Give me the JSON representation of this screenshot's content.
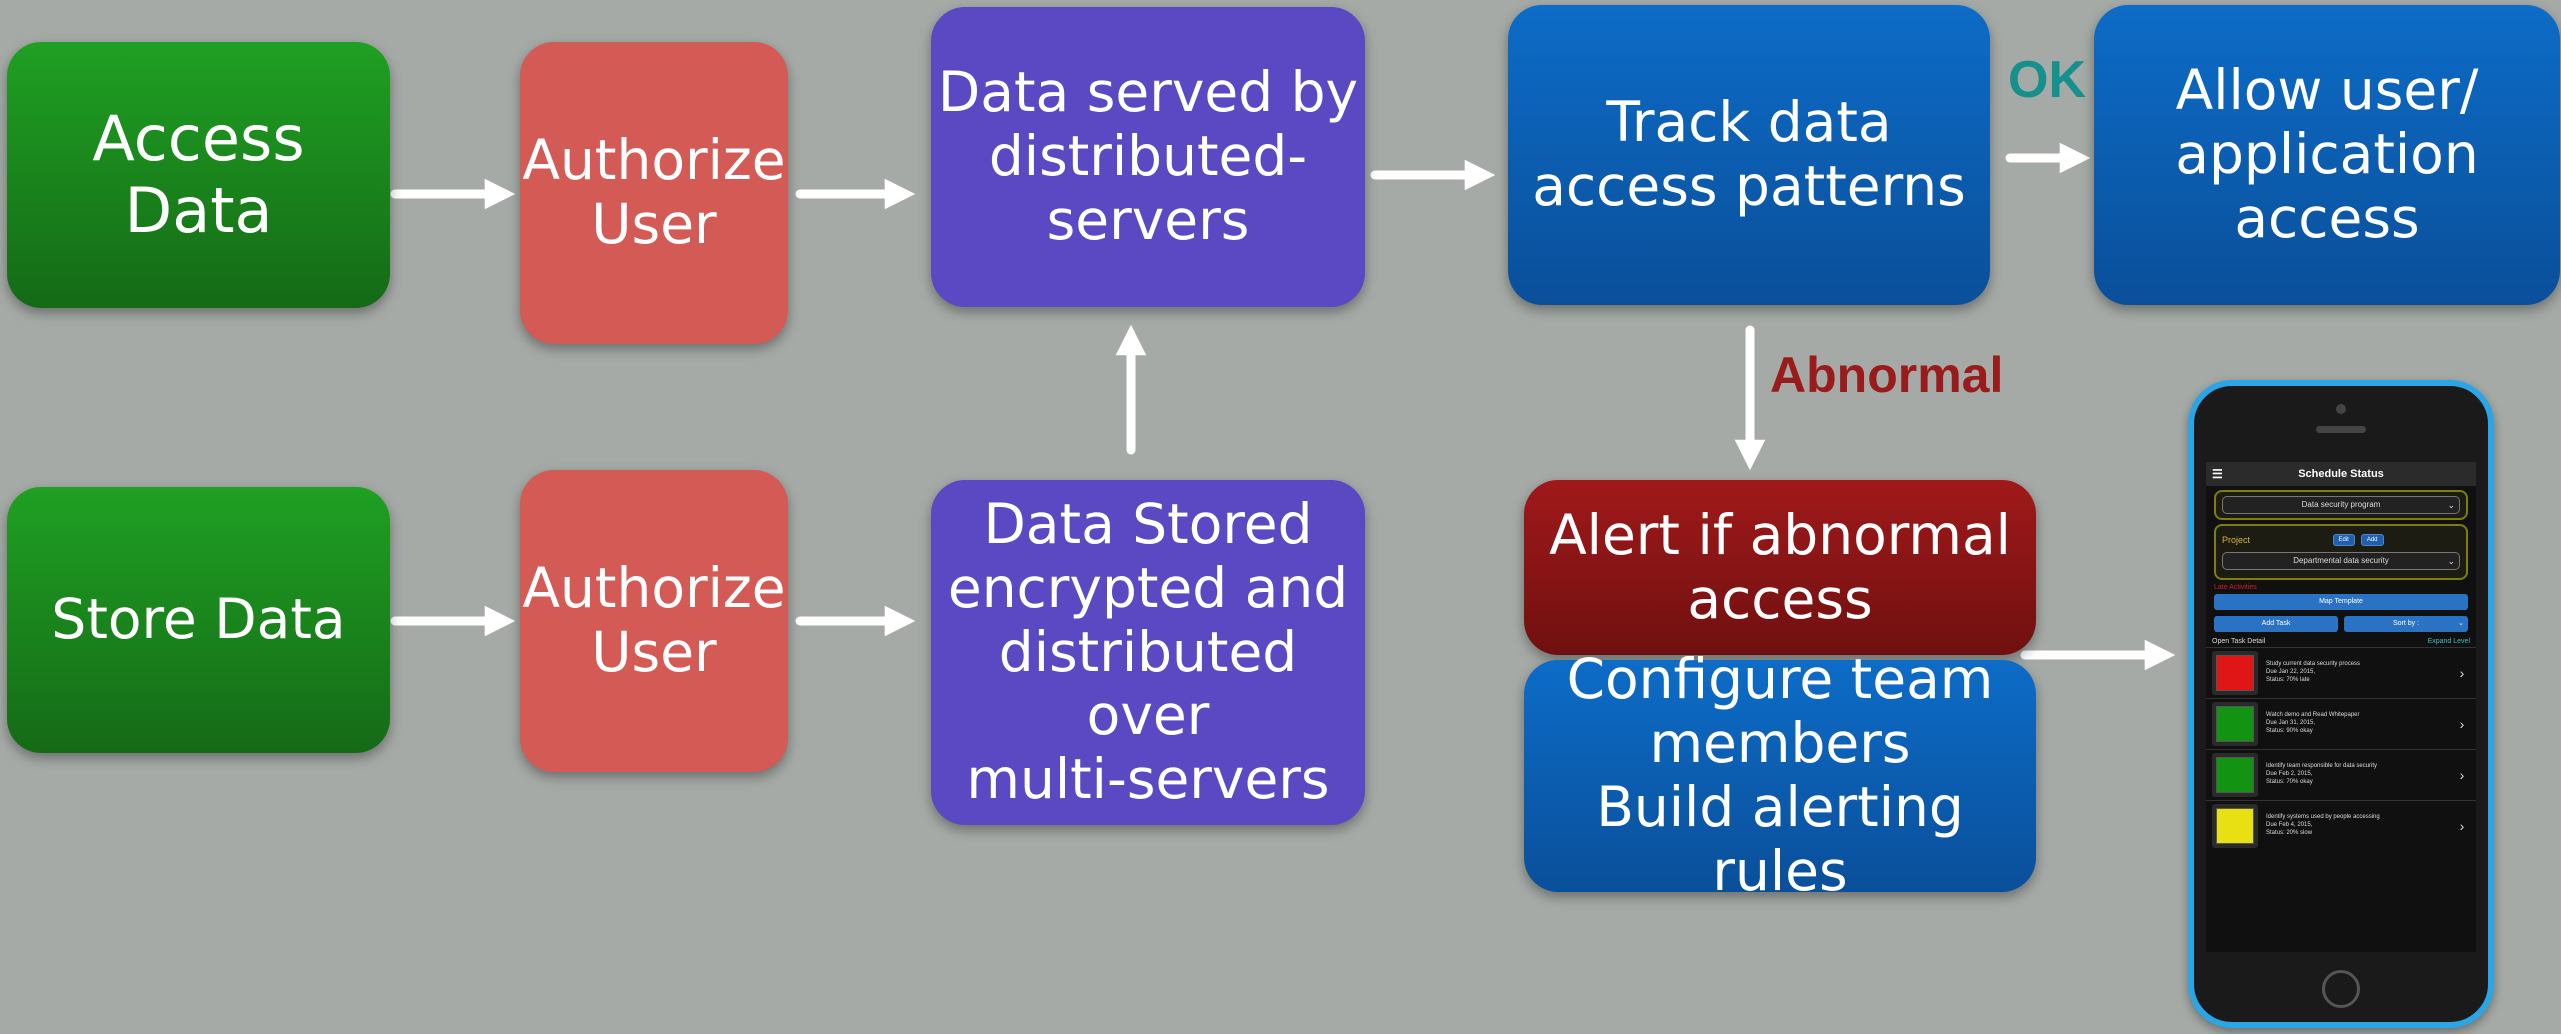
{
  "nodes": {
    "access_data": "Access\nData",
    "authorize_user_top": "Authorize\nUser",
    "data_served": "Data served by\ndistributed-\nservers",
    "track_patterns": "Track data\naccess patterns",
    "allow_access": "Allow user/\napplication\naccess",
    "store_data": "Store Data",
    "authorize_user_bottom": "Authorize\nUser",
    "data_stored": "Data Stored\nencrypted and\ndistributed over\nmulti-servers",
    "alert_abnormal": "Alert if abnormal\naccess",
    "configure_team": "Configure team\nmembers\nBuild alerting rules"
  },
  "edge_labels": {
    "ok": "OK",
    "abnormal": "Abnormal"
  },
  "colors": {
    "background": "#a5aaa7",
    "green": "#1a8a1d",
    "red": "#d45a56",
    "purple": "#5a49c2",
    "blue": "#0a5fb4",
    "dark_red": "#8b1414",
    "ok_label": "#15908c",
    "abnormal_label": "#9a1b1b"
  },
  "phone": {
    "title": "Schedule Status",
    "program_select": "Data security program",
    "project_label": "Project",
    "edit_button": "Edit",
    "add_button": "Add",
    "project_select": "Departmental data security",
    "warning_text": "Late Activities",
    "map_button": "Map Template",
    "add_task_button": "Add Task",
    "sort_button": "Sort by :",
    "open_task_label": "Open Task Detail",
    "expand_label": "Expand Level",
    "tasks": [
      {
        "status_color": "#e01515",
        "text": "Study current data security process\nDue Jan 22, 2015,\nStatus: 70% late"
      },
      {
        "status_color": "#129412",
        "text": "Watch demo and Read Whitepaper\nDue Jan 31, 2015,\nStatus: 90% okay"
      },
      {
        "status_color": "#129412",
        "text": "Identify team responsible for data security\nDue Feb 2, 2015,\nStatus: 70% okay"
      },
      {
        "status_color": "#e8e012",
        "text": "Identify systems used by people accessing\nDue Feb 4, 2015,\nStatus: 20% slow"
      }
    ]
  }
}
